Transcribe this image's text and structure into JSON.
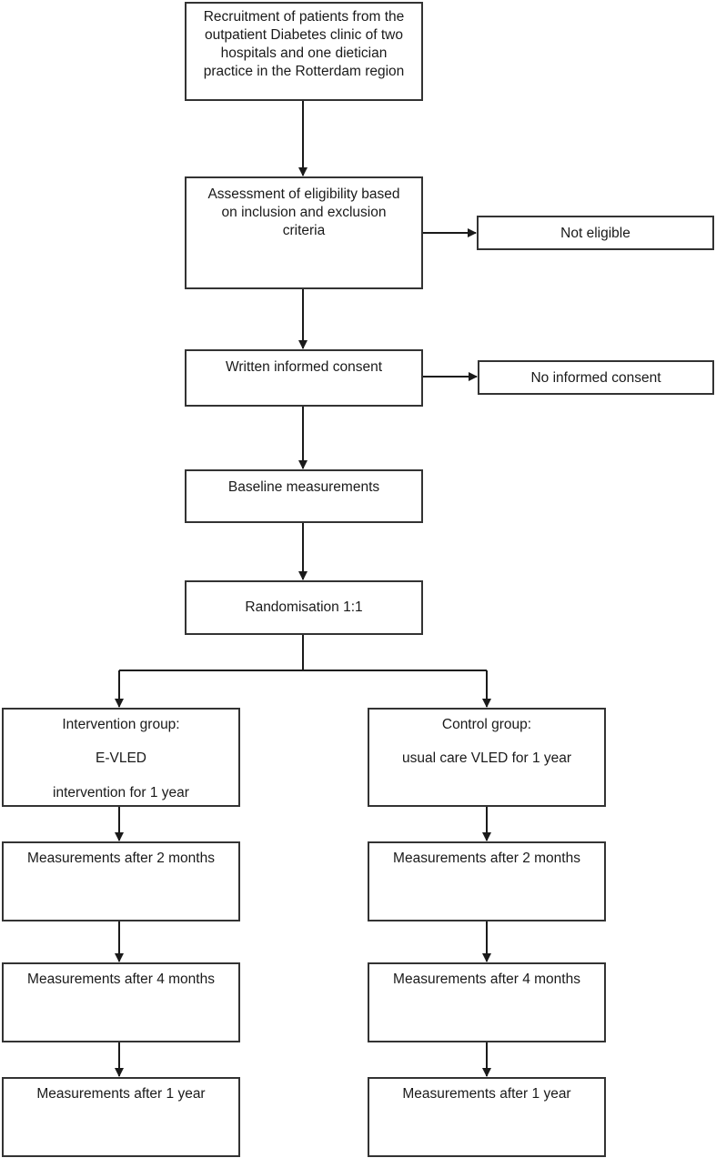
{
  "nodes": {
    "recruitment": "Recruitment of  patients from the outpatient Diabetes clinic of two hospitals and one dietician practice in the Rotterdam region",
    "recruitment_lines": [
      "Recruitment of  patients from the",
      "outpatient Diabetes clinic of two",
      "hospitals and one dietician",
      "practice in the Rotterdam region"
    ],
    "eligibility_lines": [
      "Assessment of eligibility based",
      "on inclusion and exclusion",
      "criteria"
    ],
    "not_eligible": "Not eligible",
    "consent": "Written informed consent",
    "no_consent": "No informed consent",
    "baseline": "Baseline measurements",
    "randomisation": "Randomisation 1:1",
    "intervention": {
      "title": "Intervention group:",
      "name": "E-VLED",
      "detail": "intervention for 1 year"
    },
    "control": {
      "title": "Control group:",
      "detail": "usual care VLED for 1 year"
    },
    "intervention_measurements": [
      "Measurements after 2 months",
      "Measurements after 4 months",
      "Measurements after 1 year"
    ],
    "control_measurements": [
      "Measurements after 2 months",
      "Measurements after 4 months",
      "Measurements after 1 year"
    ]
  },
  "colors": {
    "border": "#333333",
    "arrow": "#1a1a1a",
    "text": "#1a1a1a",
    "background": "#ffffff"
  }
}
